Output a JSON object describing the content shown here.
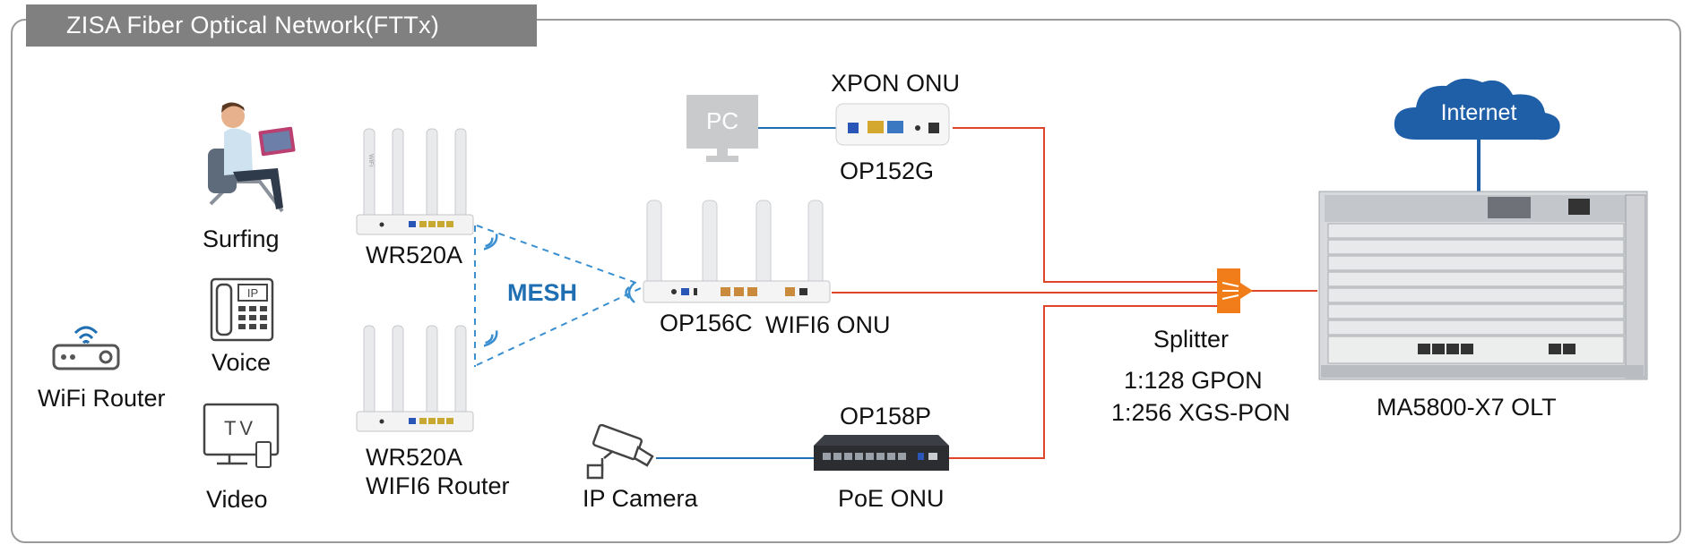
{
  "title": "ZISA Fiber Optical Network(FTTx)",
  "labels": {
    "wifi_router": "WiFi Router",
    "surfing": "Surfing",
    "voice": "Voice",
    "video": "Video",
    "wr520a_top": "WR520A",
    "wr520a_bottom": "WR520A",
    "wifi6_router": "WIFI6 Router",
    "mesh": "MESH",
    "pc": "PC",
    "xpon_onu": "XPON ONU",
    "op152g": "OP152G",
    "op156c": "OP156C",
    "wifi6_onu": "WIFI6 ONU",
    "op158p": "OP158P",
    "poe_onu": "PoE ONU",
    "ip_camera": "IP Camera",
    "splitter": "Splitter",
    "ratio_gpon": "1:128 GPON",
    "ratio_xgs": "1:256 XGS-PON",
    "internet": "Internet",
    "olt": "MA5800-X7 OLT",
    "tv_glyph": "TV",
    "phone_glyph": "IP",
    "brand_glyph": "WiFi"
  },
  "colors": {
    "fiber_line": "#e0452b",
    "ethernet_line": "#1f6fb2",
    "mesh_line": "#3a8fd0",
    "cloud": "#1f5fa8",
    "splitter": "#f07d1a",
    "title_bg": "#808080"
  }
}
